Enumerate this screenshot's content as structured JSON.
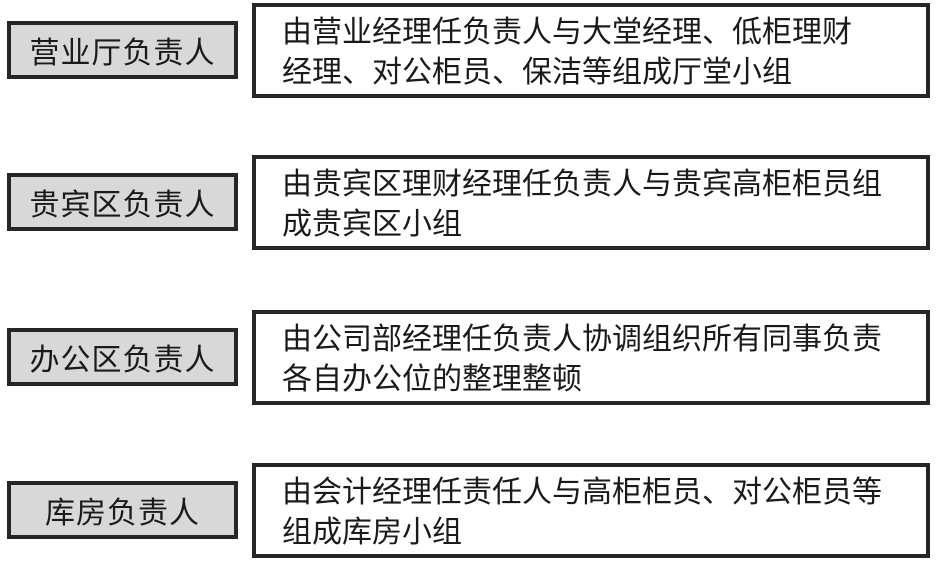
{
  "colors": {
    "border": "#262626",
    "label_fill": "#d8d8d8",
    "desc_fill": "#ffffff",
    "text": "#1a1a1a"
  },
  "diagram": {
    "rows": [
      {
        "label": "营业厅负责人",
        "description": "由营业经理任负责人与大堂经理、低柜理财\n经理、对公柜员、保洁等组成厅堂小组"
      },
      {
        "label": "贵宾区负责人",
        "description": "由贵宾区理财经理任负责人与贵宾高柜柜员组\n成贵宾区小组"
      },
      {
        "label": "办公区负责人",
        "description": "由公司部经理任负责人协调组织所有同事负责\n各自办公位的整理整顿"
      },
      {
        "label": "库房负责人",
        "description": "由会计经理任责任人与高柜柜员、对公柜员等\n组成库房小组"
      }
    ]
  }
}
